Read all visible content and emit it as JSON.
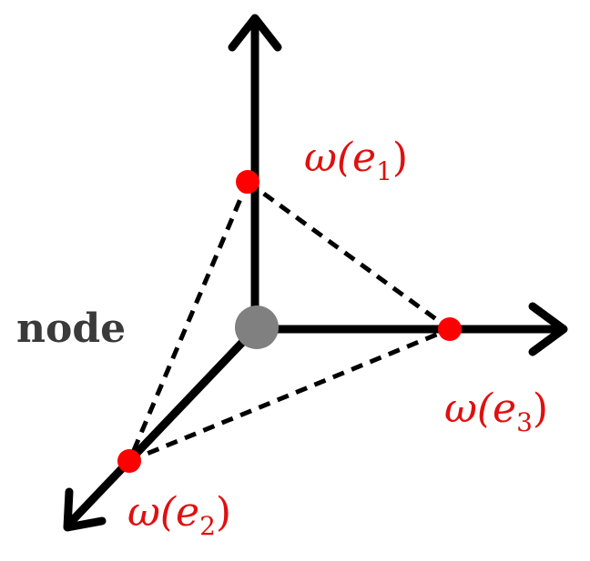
{
  "node_label": "node",
  "points": [
    {
      "name": "e1",
      "label_base": "ω(e",
      "label_sub": "1",
      "label_close": ")"
    },
    {
      "name": "e2",
      "label_base": "ω(e",
      "label_sub": "2",
      "label_close": ")"
    },
    {
      "name": "e3",
      "label_base": "ω(e",
      "label_sub": "3",
      "label_close": ")"
    }
  ],
  "colors": {
    "axis": "#000000",
    "node": "#808080",
    "point": "#ff0000",
    "point_label": "#e01010",
    "node_label": "#3a3a3a"
  }
}
